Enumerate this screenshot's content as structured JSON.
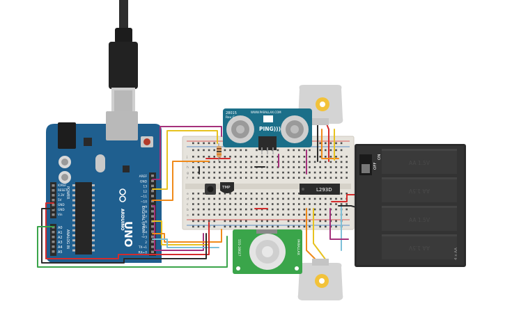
{
  "arduino": {
    "brand": "ARDUINO",
    "model": "UNO",
    "digital_label": "DIGITAL (PWM~)",
    "power_label": "POWER",
    "analog_label": "ANALOG IN",
    "right_header_pins": [
      "AREF",
      "GND",
      "13",
      "12",
      "~11",
      "~10",
      "~9",
      "8",
      "7",
      "~6",
      "~5",
      "4",
      "~3",
      "2",
      "TX→1",
      "RX←0"
    ],
    "left_power_pins": [
      "IOREF",
      "RESET",
      "3.3V",
      "5V",
      "GND",
      "GND",
      "Vin"
    ],
    "analog_pins": [
      "A0",
      "A1",
      "A2",
      "A3",
      "A4",
      "A5"
    ]
  },
  "ping_sensor": {
    "name": "PING)))",
    "part": "28015",
    "rev": "Rev C",
    "url": "WWW.PARALLAX.COM"
  },
  "driver_chip": {
    "label": "L293D"
  },
  "temp_sensor": {
    "label": "TMP"
  },
  "pir_sensor": {
    "part": "555-28027",
    "brand": "PARALLAX"
  },
  "battery": {
    "cell_label": "AA 1.5V",
    "pack_label": "4 x AA",
    "switch_off": "OFF",
    "switch_on": "ON"
  },
  "breadboard": {
    "row_letters_top": [
      "j",
      "i",
      "h",
      "g",
      "f"
    ],
    "row_letters_bottom": [
      "e",
      "d",
      "c",
      "b",
      "a"
    ]
  },
  "colors": {
    "arduino_blue": "#1f5f8f",
    "breadboard": "#e6e3dc",
    "wire_red": "#d42b2b",
    "wire_black": "#2a2a2a",
    "wire_orange": "#f08a1a",
    "wire_yellow": "#e7c21f",
    "wire_purple": "#a4307b",
    "wire_green": "#3aa54a",
    "wire_lightblue": "#7dc0d8",
    "battery": "#2b2b2b",
    "ping_teal": "#1b6f89"
  }
}
